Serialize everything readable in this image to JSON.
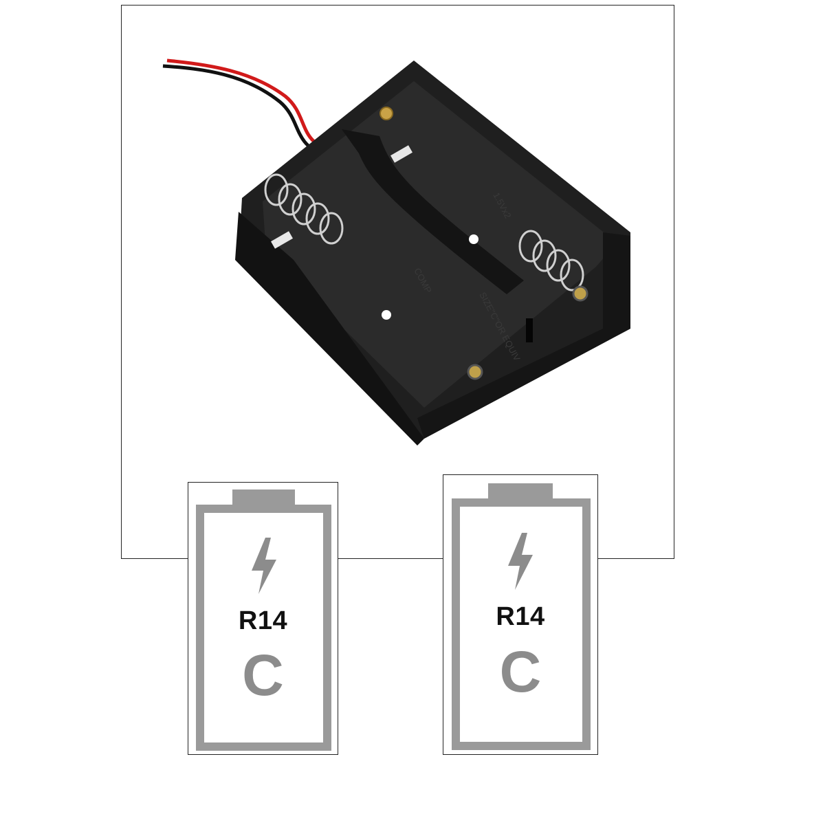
{
  "product_photo": {
    "alt": "2 x C size battery holder with red and black leads",
    "embossed_text_1": "SIZE\"C\"OR EQUIV",
    "embossed_text_2": "COMP",
    "embossed_text_3": "1.5Vx2"
  },
  "battery_cards": [
    {
      "code": "R14",
      "size": "C",
      "icon": "lightning-bolt-icon"
    },
    {
      "code": "R14",
      "size": "C",
      "icon": "lightning-bolt-icon"
    }
  ],
  "colors": {
    "battery_outline": "#9a9a9a",
    "holder_body": "#1c1c1c",
    "wire_red": "#d11a1a",
    "wire_black": "#111111"
  }
}
